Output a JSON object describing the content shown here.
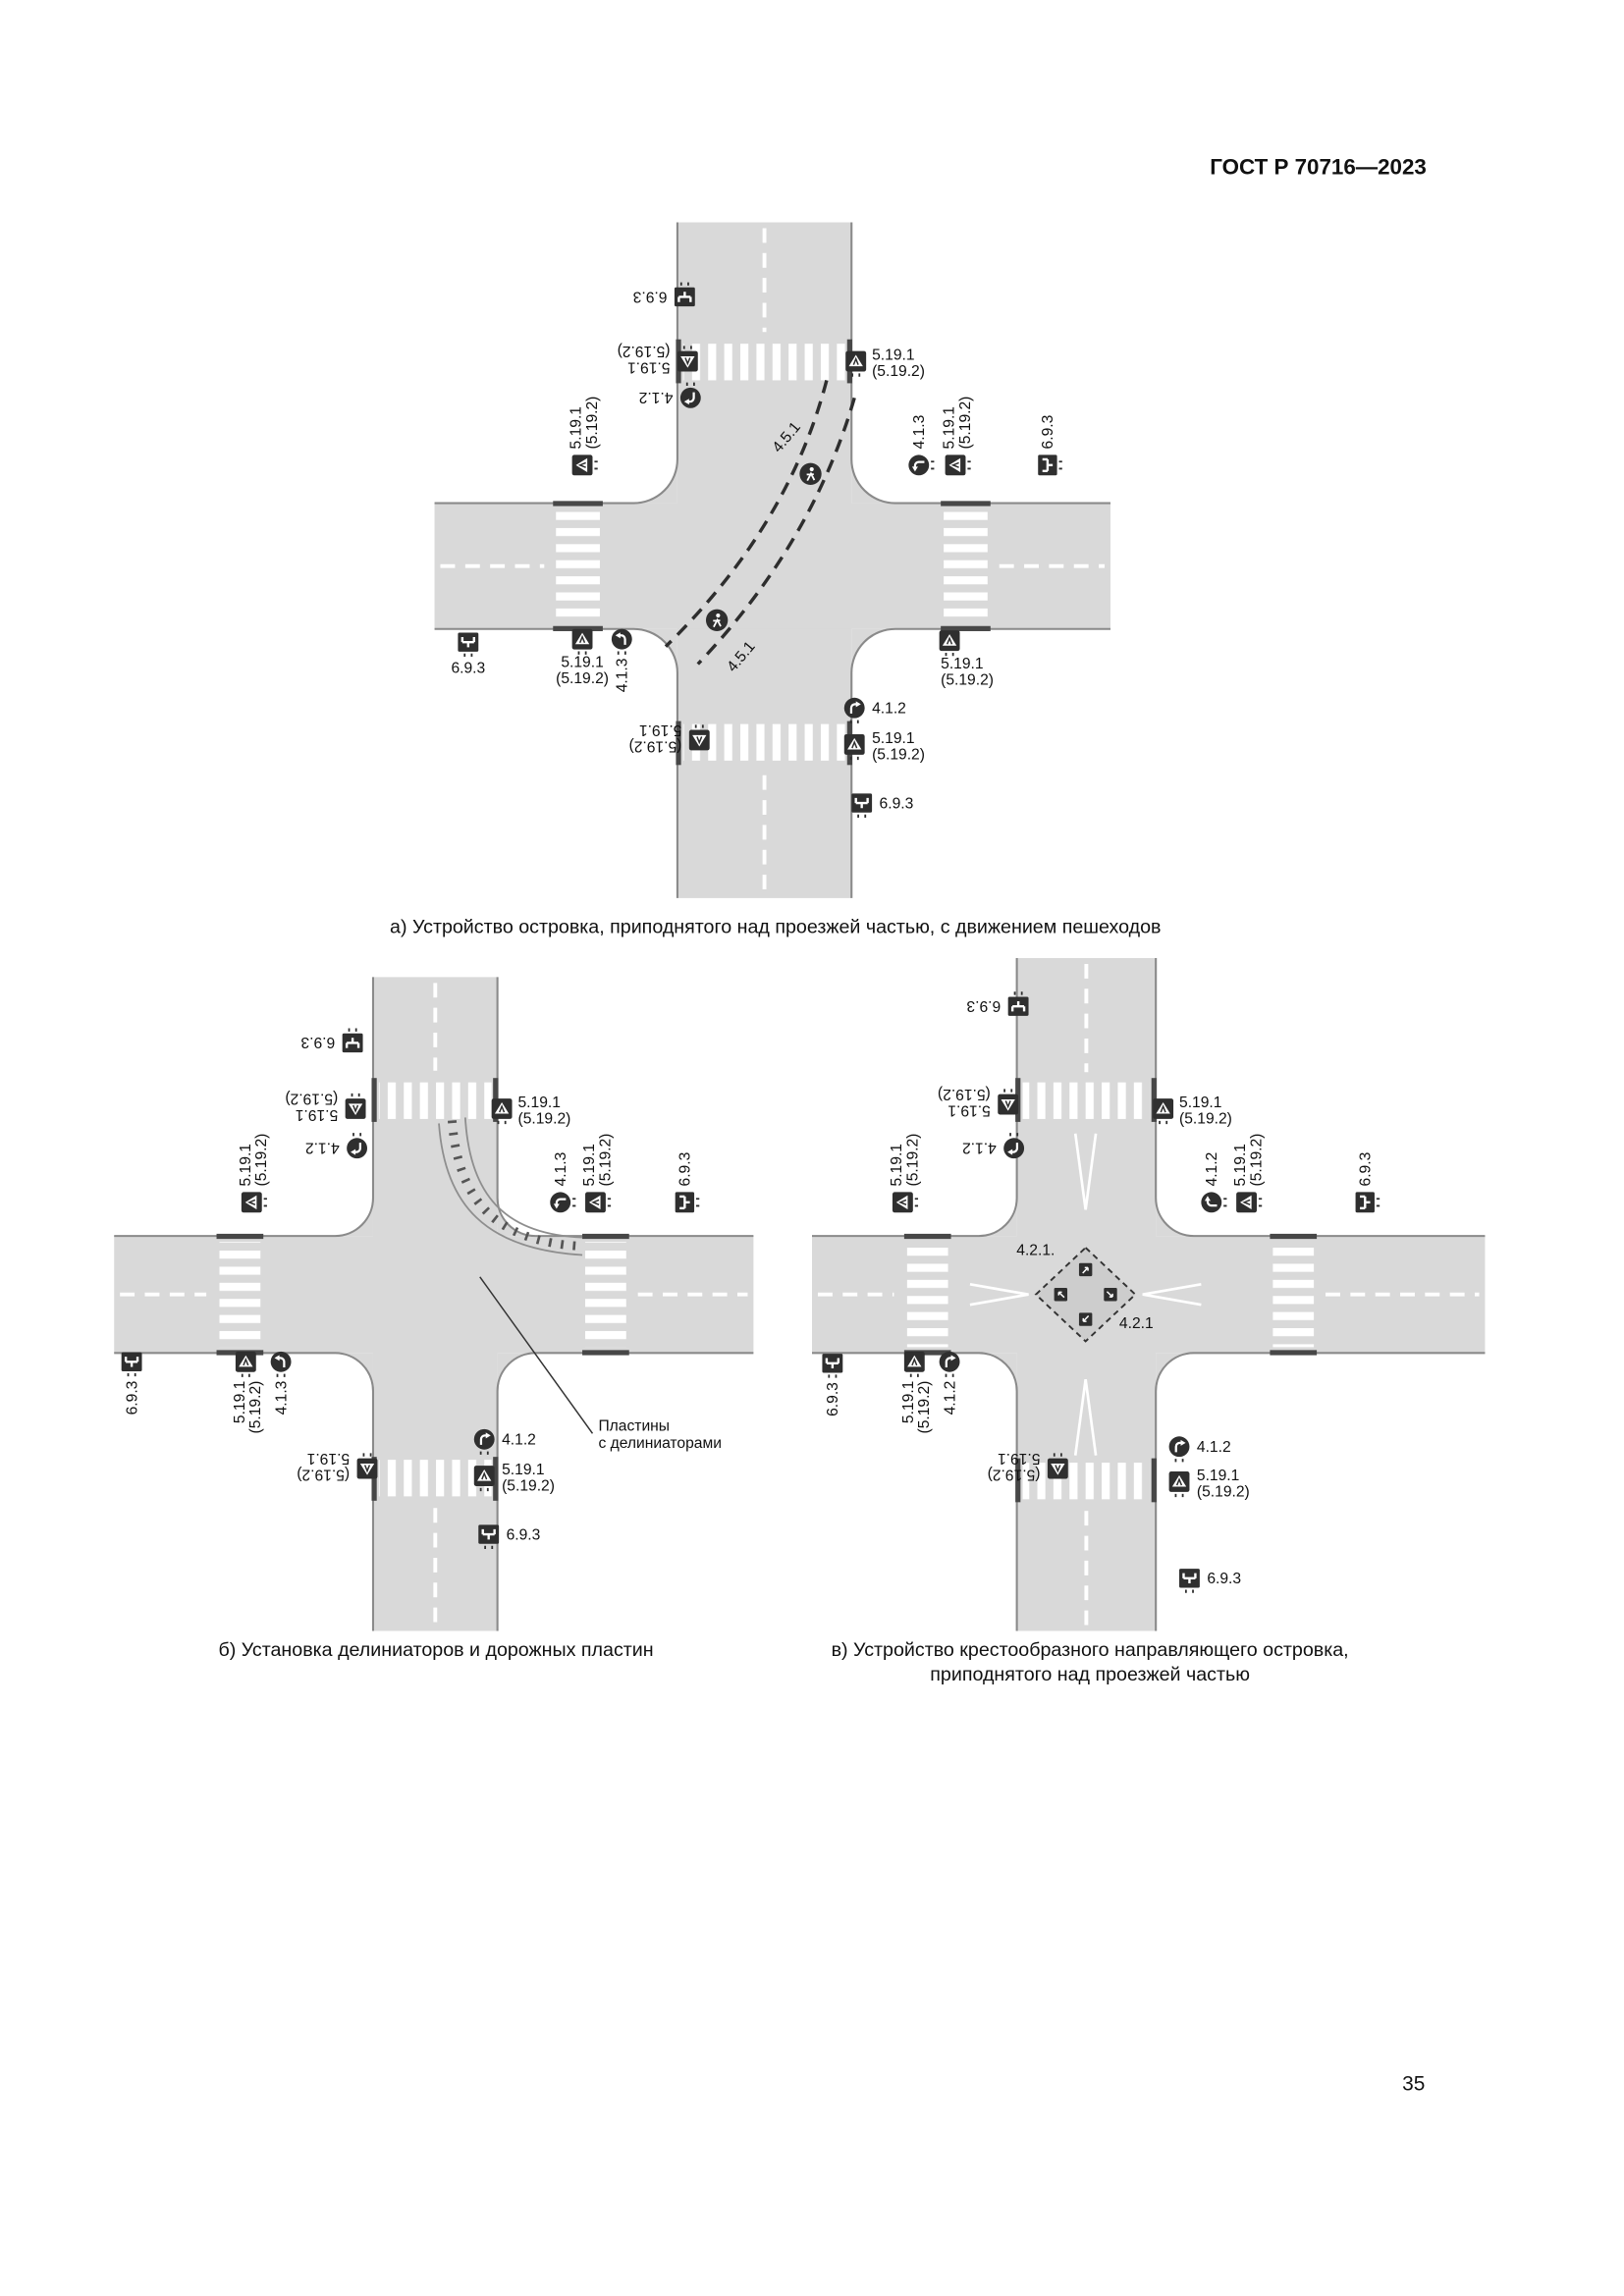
{
  "page": {
    "header": "ГОСТ Р 70716—2023",
    "number": "35"
  },
  "captions": {
    "a": "а) Устройство островка, приподнятого над проезжей частью, с движением пешеходов",
    "b": "б) Установка делиниаторов и дорожных пластин",
    "v_line1": "в) Устройство крестообразного направляющего островка,",
    "v_line2": "приподнятого над проезжей частью"
  },
  "sign_labels": {
    "ped_main": "5.19.1",
    "ped_alt": "(5.19.2)",
    "route_scheme": "6.9.3",
    "turn_right": "4.1.2",
    "turn_left": "4.1.3",
    "ped_path": "4.5.1",
    "avoid_obstacle": "4.2.1",
    "avoid_obstacle_dot": "4.2.1."
  },
  "annotation_b": {
    "line1": "Пластины",
    "line2": "с делиниаторами"
  },
  "colors": {
    "road": "#d9d9d9",
    "curb": "#8a8a8a",
    "sign_body": "#2f2f2f",
    "marking": "#ffffff"
  }
}
